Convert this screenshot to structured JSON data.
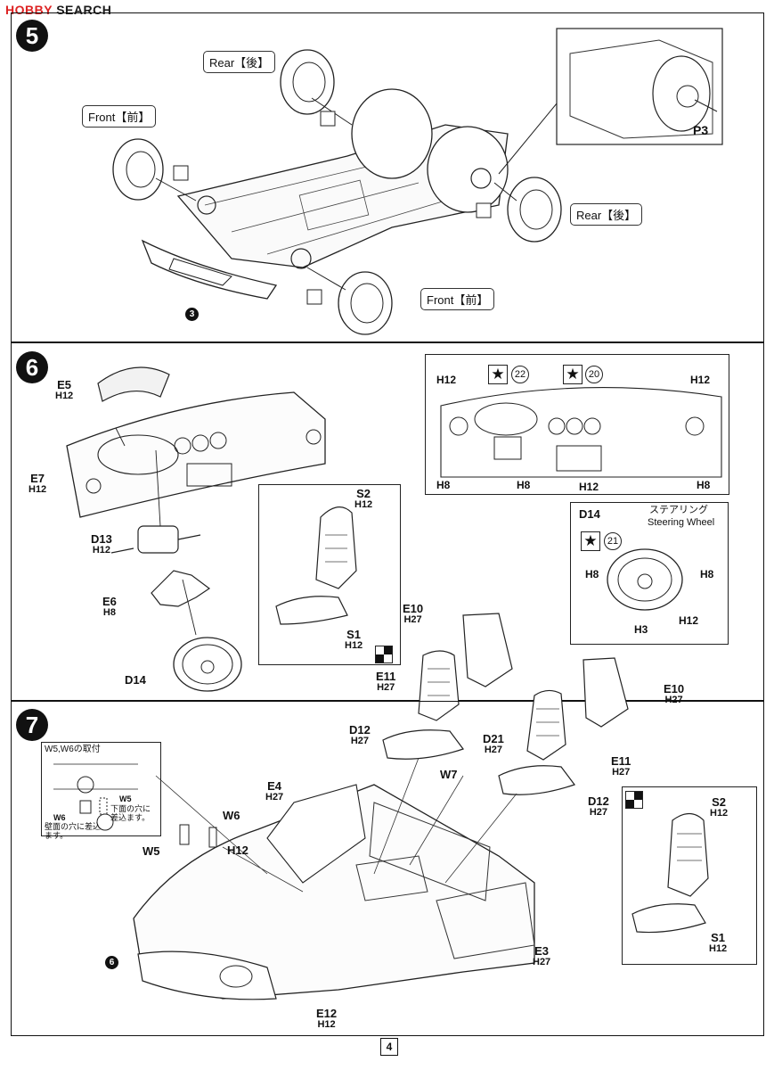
{
  "watermark": {
    "hobby": "HOBBY",
    "search": "SEARCH"
  },
  "page_number": "4",
  "step5": {
    "badge": "5",
    "tags": {
      "rear_top": "Rear【後】",
      "front_left": "Front【前】",
      "rear_right": "Rear【後】",
      "front_bottom": "Front【前】"
    },
    "detail_label": "P3",
    "ref_small": "3"
  },
  "step6": {
    "badge": "6",
    "labels": {
      "e5": {
        "code": "E5",
        "ref": "H12"
      },
      "e7": {
        "code": "E7",
        "ref": "H12"
      },
      "d13": {
        "code": "D13",
        "ref": "H12"
      },
      "e6": {
        "code": "E6",
        "ref": "H8"
      },
      "d14": {
        "code": "D14"
      }
    },
    "seat_box": {
      "s2": {
        "code": "S2",
        "ref": "H12"
      },
      "s1": {
        "code": "S1",
        "ref": "H12"
      }
    },
    "dash_box": {
      "star22": "22",
      "star20": "20",
      "h12_left": "H12",
      "h12_right": "H12",
      "h8_left": "H8",
      "h8_mid": "H8",
      "h12_mid": "H12",
      "h8_right": "H8"
    },
    "wheel_box": {
      "title": "D14",
      "jp": "ステアリング",
      "en": "Steering Wheel",
      "star21": "21",
      "h8_left": "H8",
      "h8_right": "H8",
      "h12": "H12",
      "h3": "H3"
    },
    "seats": {
      "e10_left": {
        "code": "E10",
        "ref": "H27"
      },
      "e11_left": {
        "code": "E11",
        "ref": "H27"
      },
      "e10_right": {
        "code": "E10",
        "ref": "H27"
      },
      "e11_right": {
        "code": "E11",
        "ref": "H27"
      }
    }
  },
  "step7": {
    "badge": "7",
    "note": {
      "title": "W5,W6の取付",
      "w5": "W5",
      "w5_text": "下面の穴に差込ます。",
      "w6": "W6",
      "w6_text": "壁面の穴に差込ます。"
    },
    "labels": {
      "d12_left": {
        "code": "D12",
        "ref": "H27"
      },
      "d21": {
        "code": "D21",
        "ref": "H27"
      },
      "w7": {
        "code": "W7"
      },
      "e4": {
        "code": "E4",
        "ref": "H27"
      },
      "w6": {
        "code": "W6"
      },
      "w5": {
        "code": "W5"
      },
      "h12": {
        "code": "H12"
      },
      "d12_right": {
        "code": "D12",
        "ref": "H27"
      },
      "e3": {
        "code": "E3",
        "ref": "H27"
      },
      "e12": {
        "code": "E12",
        "ref": "H12"
      },
      "ref6": "6"
    },
    "seat_box": {
      "s2": {
        "code": "S2",
        "ref": "H12"
      },
      "s1": {
        "code": "S1",
        "ref": "H12"
      }
    }
  }
}
